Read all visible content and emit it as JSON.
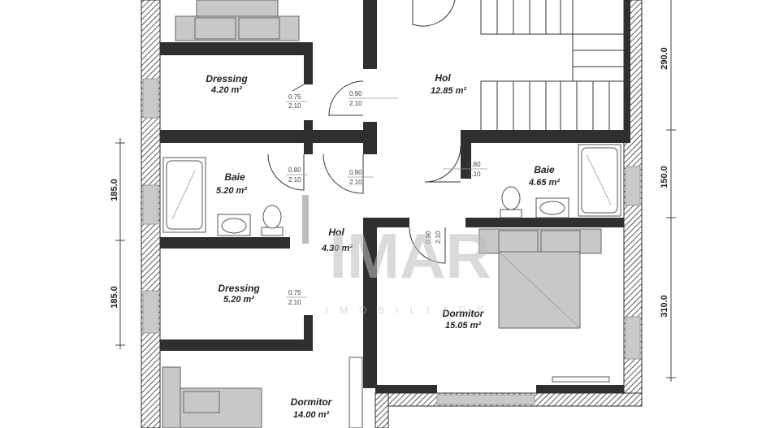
{
  "rooms": [
    {
      "name": "Dressing",
      "area": "4.20 m²"
    },
    {
      "name": "Hol",
      "area": "12.85 m²"
    },
    {
      "name": "Baie",
      "area": "5.20 m²"
    },
    {
      "name": "Baie",
      "area": "4.65 m²"
    },
    {
      "name": "Hol",
      "area": "4.30 m²"
    },
    {
      "name": "Dressing",
      "area": "5.20 m²"
    },
    {
      "name": "Dormitor",
      "area": "15.05 m²"
    },
    {
      "name": "Dormitor",
      "area": "14.00 m²"
    }
  ],
  "doors": [
    {
      "w": "0.75",
      "h": "2.10"
    },
    {
      "w": "0.90",
      "h": "2.10"
    },
    {
      "w": "0.80",
      "h": "2.10"
    },
    {
      "w": "0.90",
      "h": "2.10"
    },
    {
      "w": "0.80",
      "h": "2.10"
    },
    {
      "w": "0.90",
      "h": "2.10"
    },
    {
      "w": "0.75",
      "h": "2.10"
    }
  ],
  "dimensions": {
    "right": [
      "290.0",
      "150.0",
      "310.0"
    ],
    "left": [
      "185.0",
      "185.0"
    ]
  },
  "watermark": {
    "logo": "IMAR",
    "subtitle": "IMOBILIARE"
  }
}
